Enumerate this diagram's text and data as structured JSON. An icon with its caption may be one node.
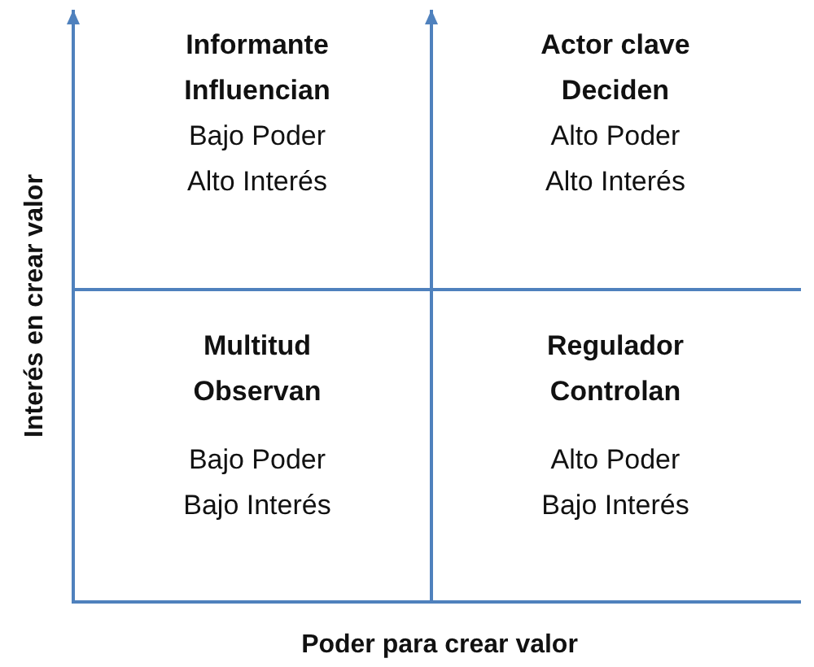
{
  "diagram": {
    "nodes": [
      {
        "text": [
          "Informante Influencian",
          "Bajo Poder Alto Interés"
        ]
      },
      {
        "text": [
          "Actor clave Deciden",
          "Alto Poder Alto Interés"
        ]
      },
      {
        "text": [
          "Multitud Observan",
          "Bajo Poder Bajo Interés"
        ]
      },
      {
        "text": [
          "Regulador Controlan",
          "Alto Poder Bajo Interés"
        ]
      }
    ],
    "edges": [],
    "labels": [
      "Interés en crear valor",
      "Poder para crear valor"
    ]
  }
}
